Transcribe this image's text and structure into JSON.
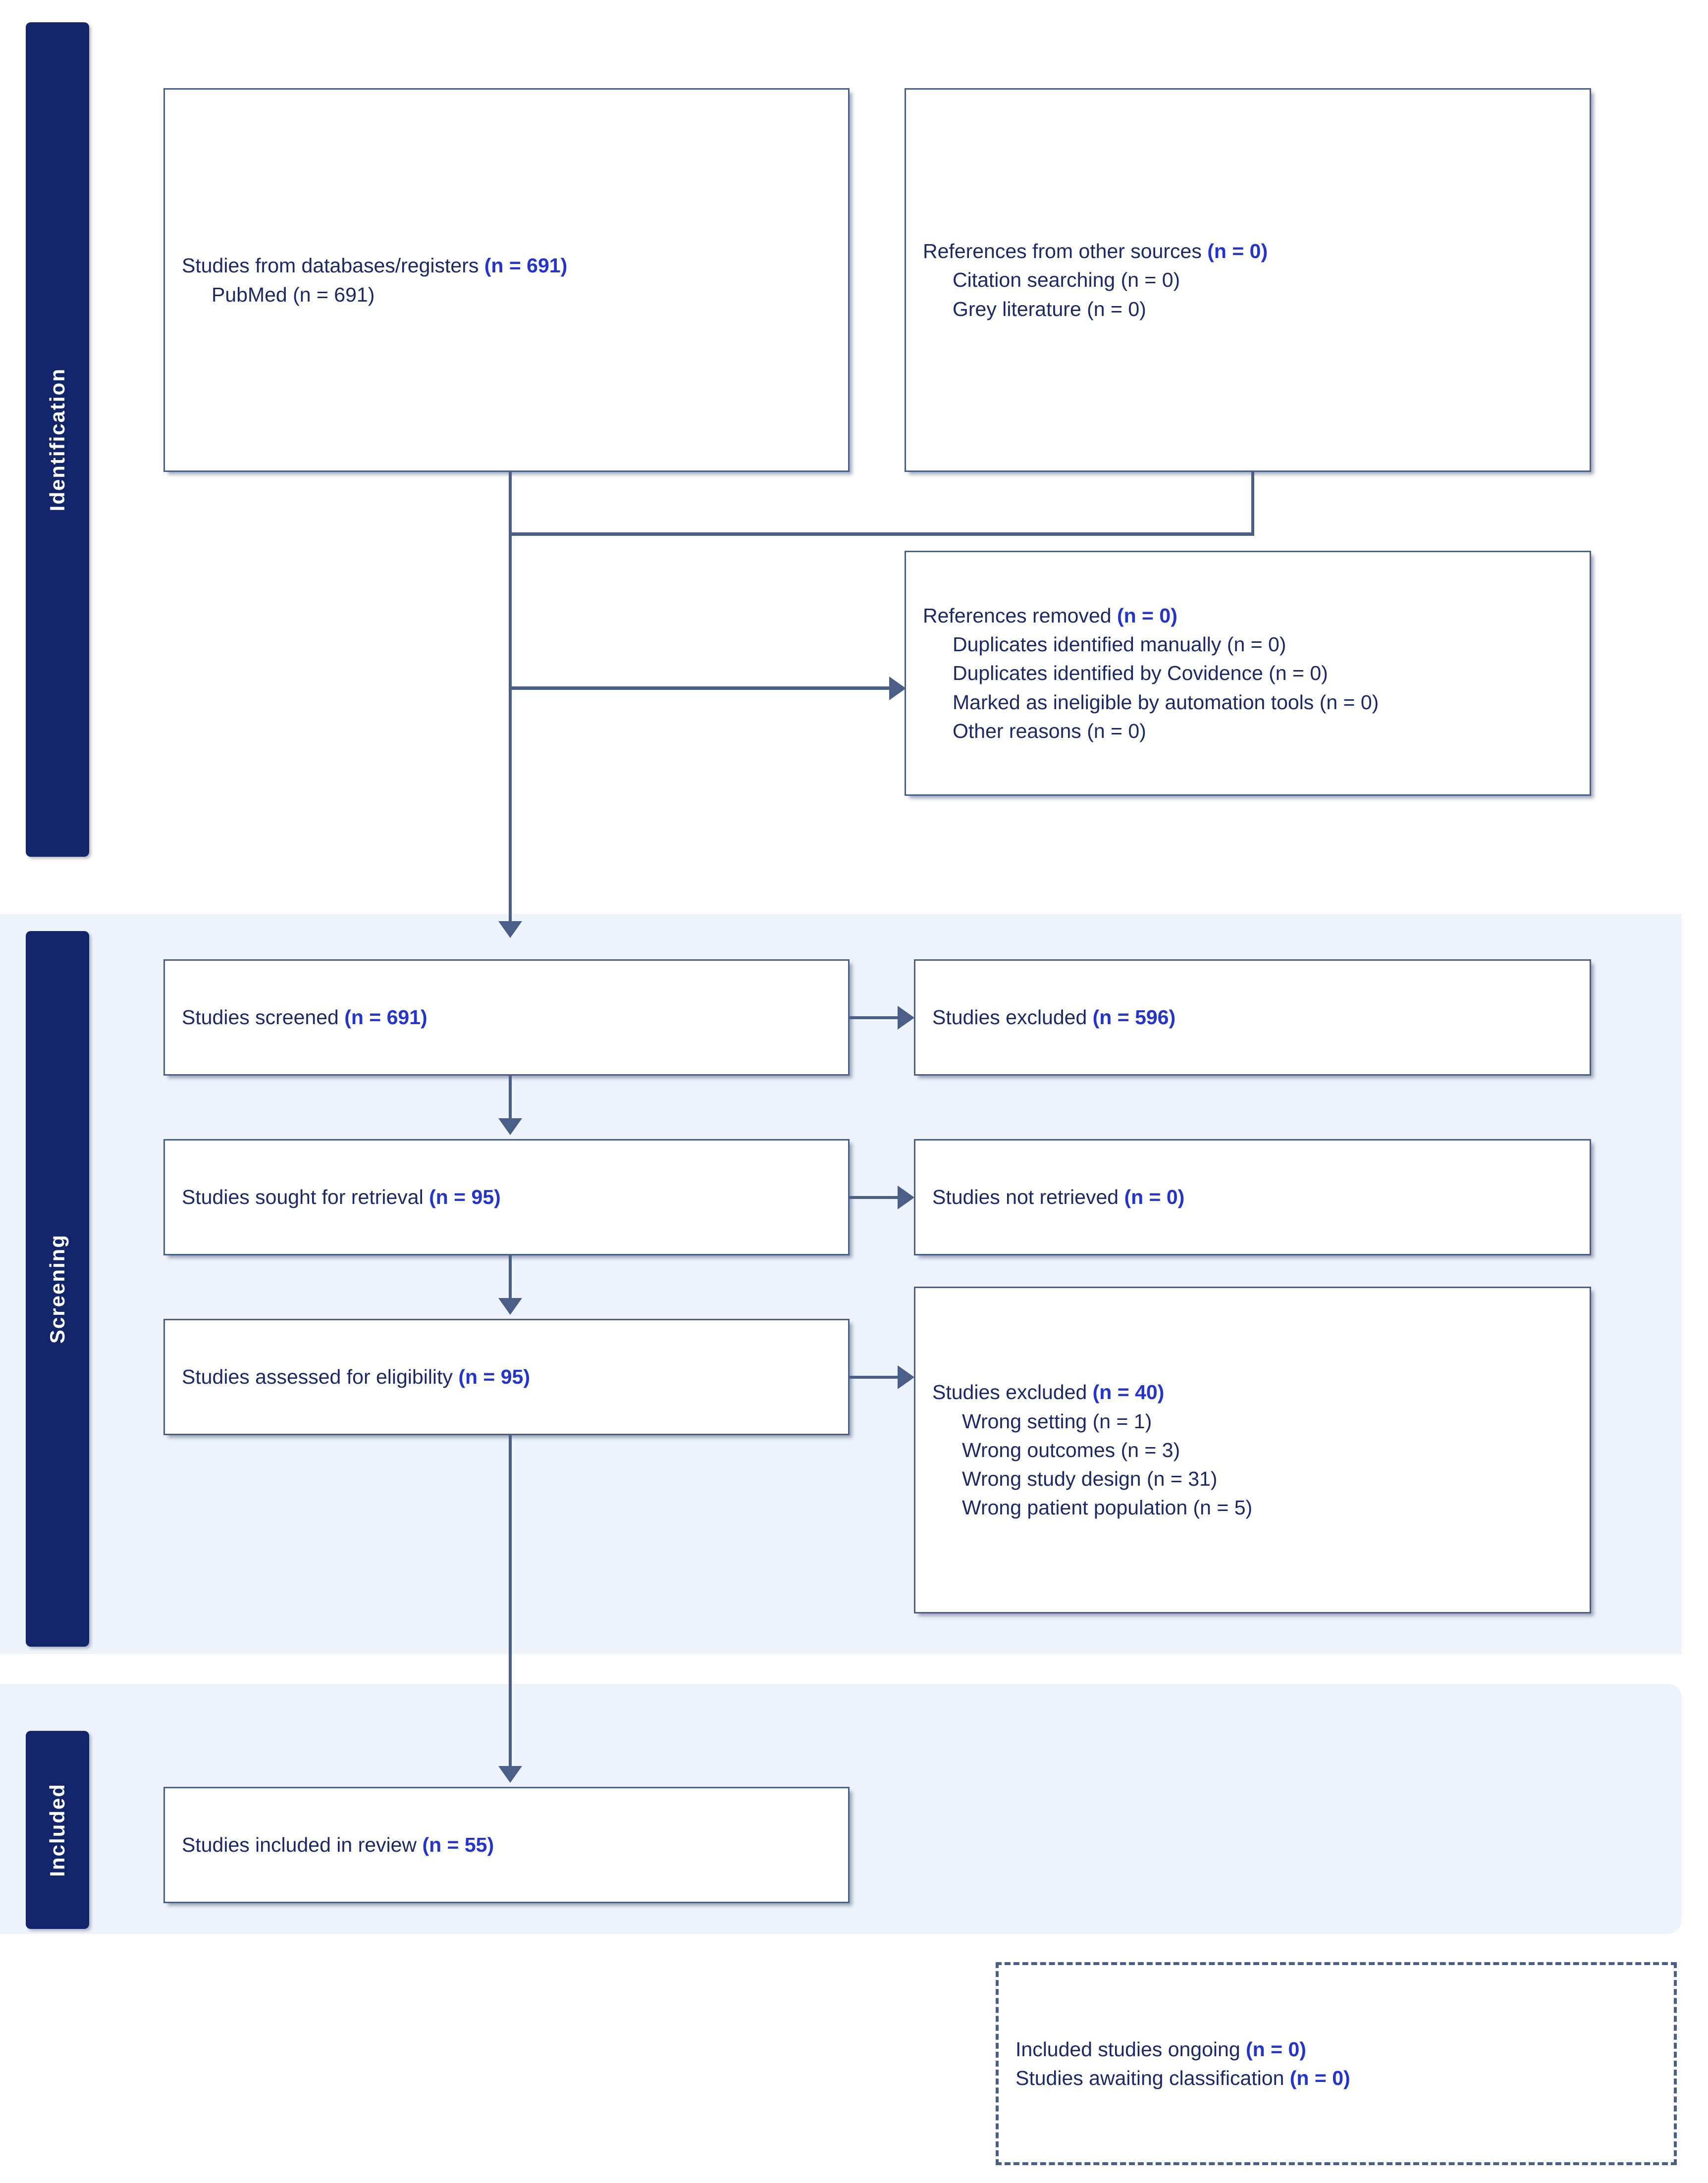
{
  "diagram": {
    "title": "PRISMA 2020 flow diagram",
    "accent_dark": "#12256b",
    "accent_band": "#eef3fb",
    "line_color": "#4a5f87",
    "text_color": "#1b2a66",
    "count_color": "#2435cc"
  },
  "phases": [
    {
      "key": "identification",
      "label": "Identification"
    },
    {
      "key": "screening",
      "label": "Screening"
    },
    {
      "key": "included",
      "label": "Included"
    }
  ],
  "boxes": {
    "databases": {
      "name": "studies-from-databases",
      "lines": [
        {
          "text": "Studies from databases/registers ",
          "count": "(n = 691)",
          "sub": false
        },
        {
          "text": "PubMed ",
          "count": "(n = 691)",
          "sub": true
        }
      ]
    },
    "other_sources": {
      "name": "references-from-other-sources",
      "lines": [
        {
          "text": "References from other sources ",
          "count": "(n = 0)",
          "sub": false
        },
        {
          "text": "Citation searching ",
          "count": "(n = 0)",
          "sub": true
        },
        {
          "text": "Grey literature ",
          "count": "(n = 0)",
          "sub": true
        }
      ]
    },
    "references_removed": {
      "name": "references-removed",
      "lines": [
        {
          "text": "References removed ",
          "count": "(n = 0)",
          "sub": false
        },
        {
          "text": "Duplicates identified manually ",
          "count": "(n = 0)",
          "sub": true
        },
        {
          "text": "Duplicates identified by Covidence ",
          "count": "(n = 0)",
          "sub": true
        },
        {
          "text": "Marked as ineligible by automation tools ",
          "count": "(n = 0)",
          "sub": true
        },
        {
          "text": "Other reasons ",
          "count": "(n = 0)",
          "sub": true
        }
      ]
    },
    "studies_screened": {
      "name": "studies-screened",
      "lines": [
        {
          "text": "Studies screened ",
          "count": "(n = 691)",
          "sub": false
        }
      ]
    },
    "studies_excluded_screen": {
      "name": "studies-excluded-screening",
      "lines": [
        {
          "text": "Studies excluded ",
          "count": "(n = 596)",
          "sub": false
        }
      ]
    },
    "sought_for_retrieval": {
      "name": "studies-sought-for-retrieval",
      "lines": [
        {
          "text": "Studies sought for retrieval ",
          "count": "(n = 95)",
          "sub": false
        }
      ]
    },
    "not_retrieved": {
      "name": "studies-not-retrieved",
      "lines": [
        {
          "text": "Studies not retrieved ",
          "count": "(n = 0)",
          "sub": false
        }
      ]
    },
    "assessed_for_eligibility": {
      "name": "studies-assessed-for-eligibility",
      "lines": [
        {
          "text": "Studies assessed for eligibility ",
          "count": "(n = 95)",
          "sub": false
        }
      ]
    },
    "studies_excluded_reasons": {
      "name": "studies-excluded-with-reasons",
      "lines": [
        {
          "text": "Studies excluded ",
          "count": "(n = 40)",
          "sub": false
        },
        {
          "text": "Wrong setting ",
          "count": "(n = 1)",
          "sub": true
        },
        {
          "text": "Wrong outcomes ",
          "count": "(n = 3)",
          "sub": true
        },
        {
          "text": "Wrong study design ",
          "count": "(n = 31)",
          "sub": true
        },
        {
          "text": "Wrong patient population ",
          "count": "(n = 5)",
          "sub": true
        }
      ]
    },
    "included_in_review": {
      "name": "studies-included-in-review",
      "lines": [
        {
          "text": "Studies included in review ",
          "count": "(n = 55)",
          "sub": false
        }
      ]
    },
    "ongoing_awaiting": {
      "name": "ongoing-and-awaiting-classification",
      "lines": [
        {
          "text": "Included studies ongoing ",
          "count": "(n = 0)",
          "sub": false
        },
        {
          "text": "Studies awaiting classification ",
          "count": "(n = 0)",
          "sub": false
        }
      ]
    }
  },
  "chart_data": {
    "type": "flowchart",
    "title": "PRISMA 2020 study selection flow diagram",
    "stages": [
      {
        "phase": "Identification",
        "node": "Studies from databases/registers",
        "n": 691,
        "detail": [
          {
            "label": "PubMed",
            "n": 691
          }
        ]
      },
      {
        "phase": "Identification",
        "node": "References from other sources",
        "n": 0,
        "detail": [
          {
            "label": "Citation searching",
            "n": 0
          },
          {
            "label": "Grey literature",
            "n": 0
          }
        ]
      },
      {
        "phase": "Identification",
        "node": "References removed",
        "n": 0,
        "detail": [
          {
            "label": "Duplicates identified manually",
            "n": 0
          },
          {
            "label": "Duplicates identified by Covidence",
            "n": 0
          },
          {
            "label": "Marked as ineligible by automation tools",
            "n": 0
          },
          {
            "label": "Other reasons",
            "n": 0
          }
        ]
      },
      {
        "phase": "Screening",
        "node": "Studies screened",
        "n": 691,
        "detail": []
      },
      {
        "phase": "Screening",
        "node": "Studies excluded",
        "n": 596,
        "detail": []
      },
      {
        "phase": "Screening",
        "node": "Studies sought for retrieval",
        "n": 95,
        "detail": []
      },
      {
        "phase": "Screening",
        "node": "Studies not retrieved",
        "n": 0,
        "detail": []
      },
      {
        "phase": "Screening",
        "node": "Studies assessed for eligibility",
        "n": 95,
        "detail": []
      },
      {
        "phase": "Screening",
        "node": "Studies excluded",
        "n": 40,
        "detail": [
          {
            "label": "Wrong setting",
            "n": 1
          },
          {
            "label": "Wrong outcomes",
            "n": 3
          },
          {
            "label": "Wrong study design",
            "n": 31
          },
          {
            "label": "Wrong patient population",
            "n": 5
          }
        ]
      },
      {
        "phase": "Included",
        "node": "Studies included in review",
        "n": 55,
        "detail": []
      },
      {
        "phase": "Included",
        "node": "Included studies ongoing",
        "n": 0,
        "detail": []
      },
      {
        "phase": "Included",
        "node": "Studies awaiting classification",
        "n": 0,
        "detail": []
      }
    ]
  }
}
